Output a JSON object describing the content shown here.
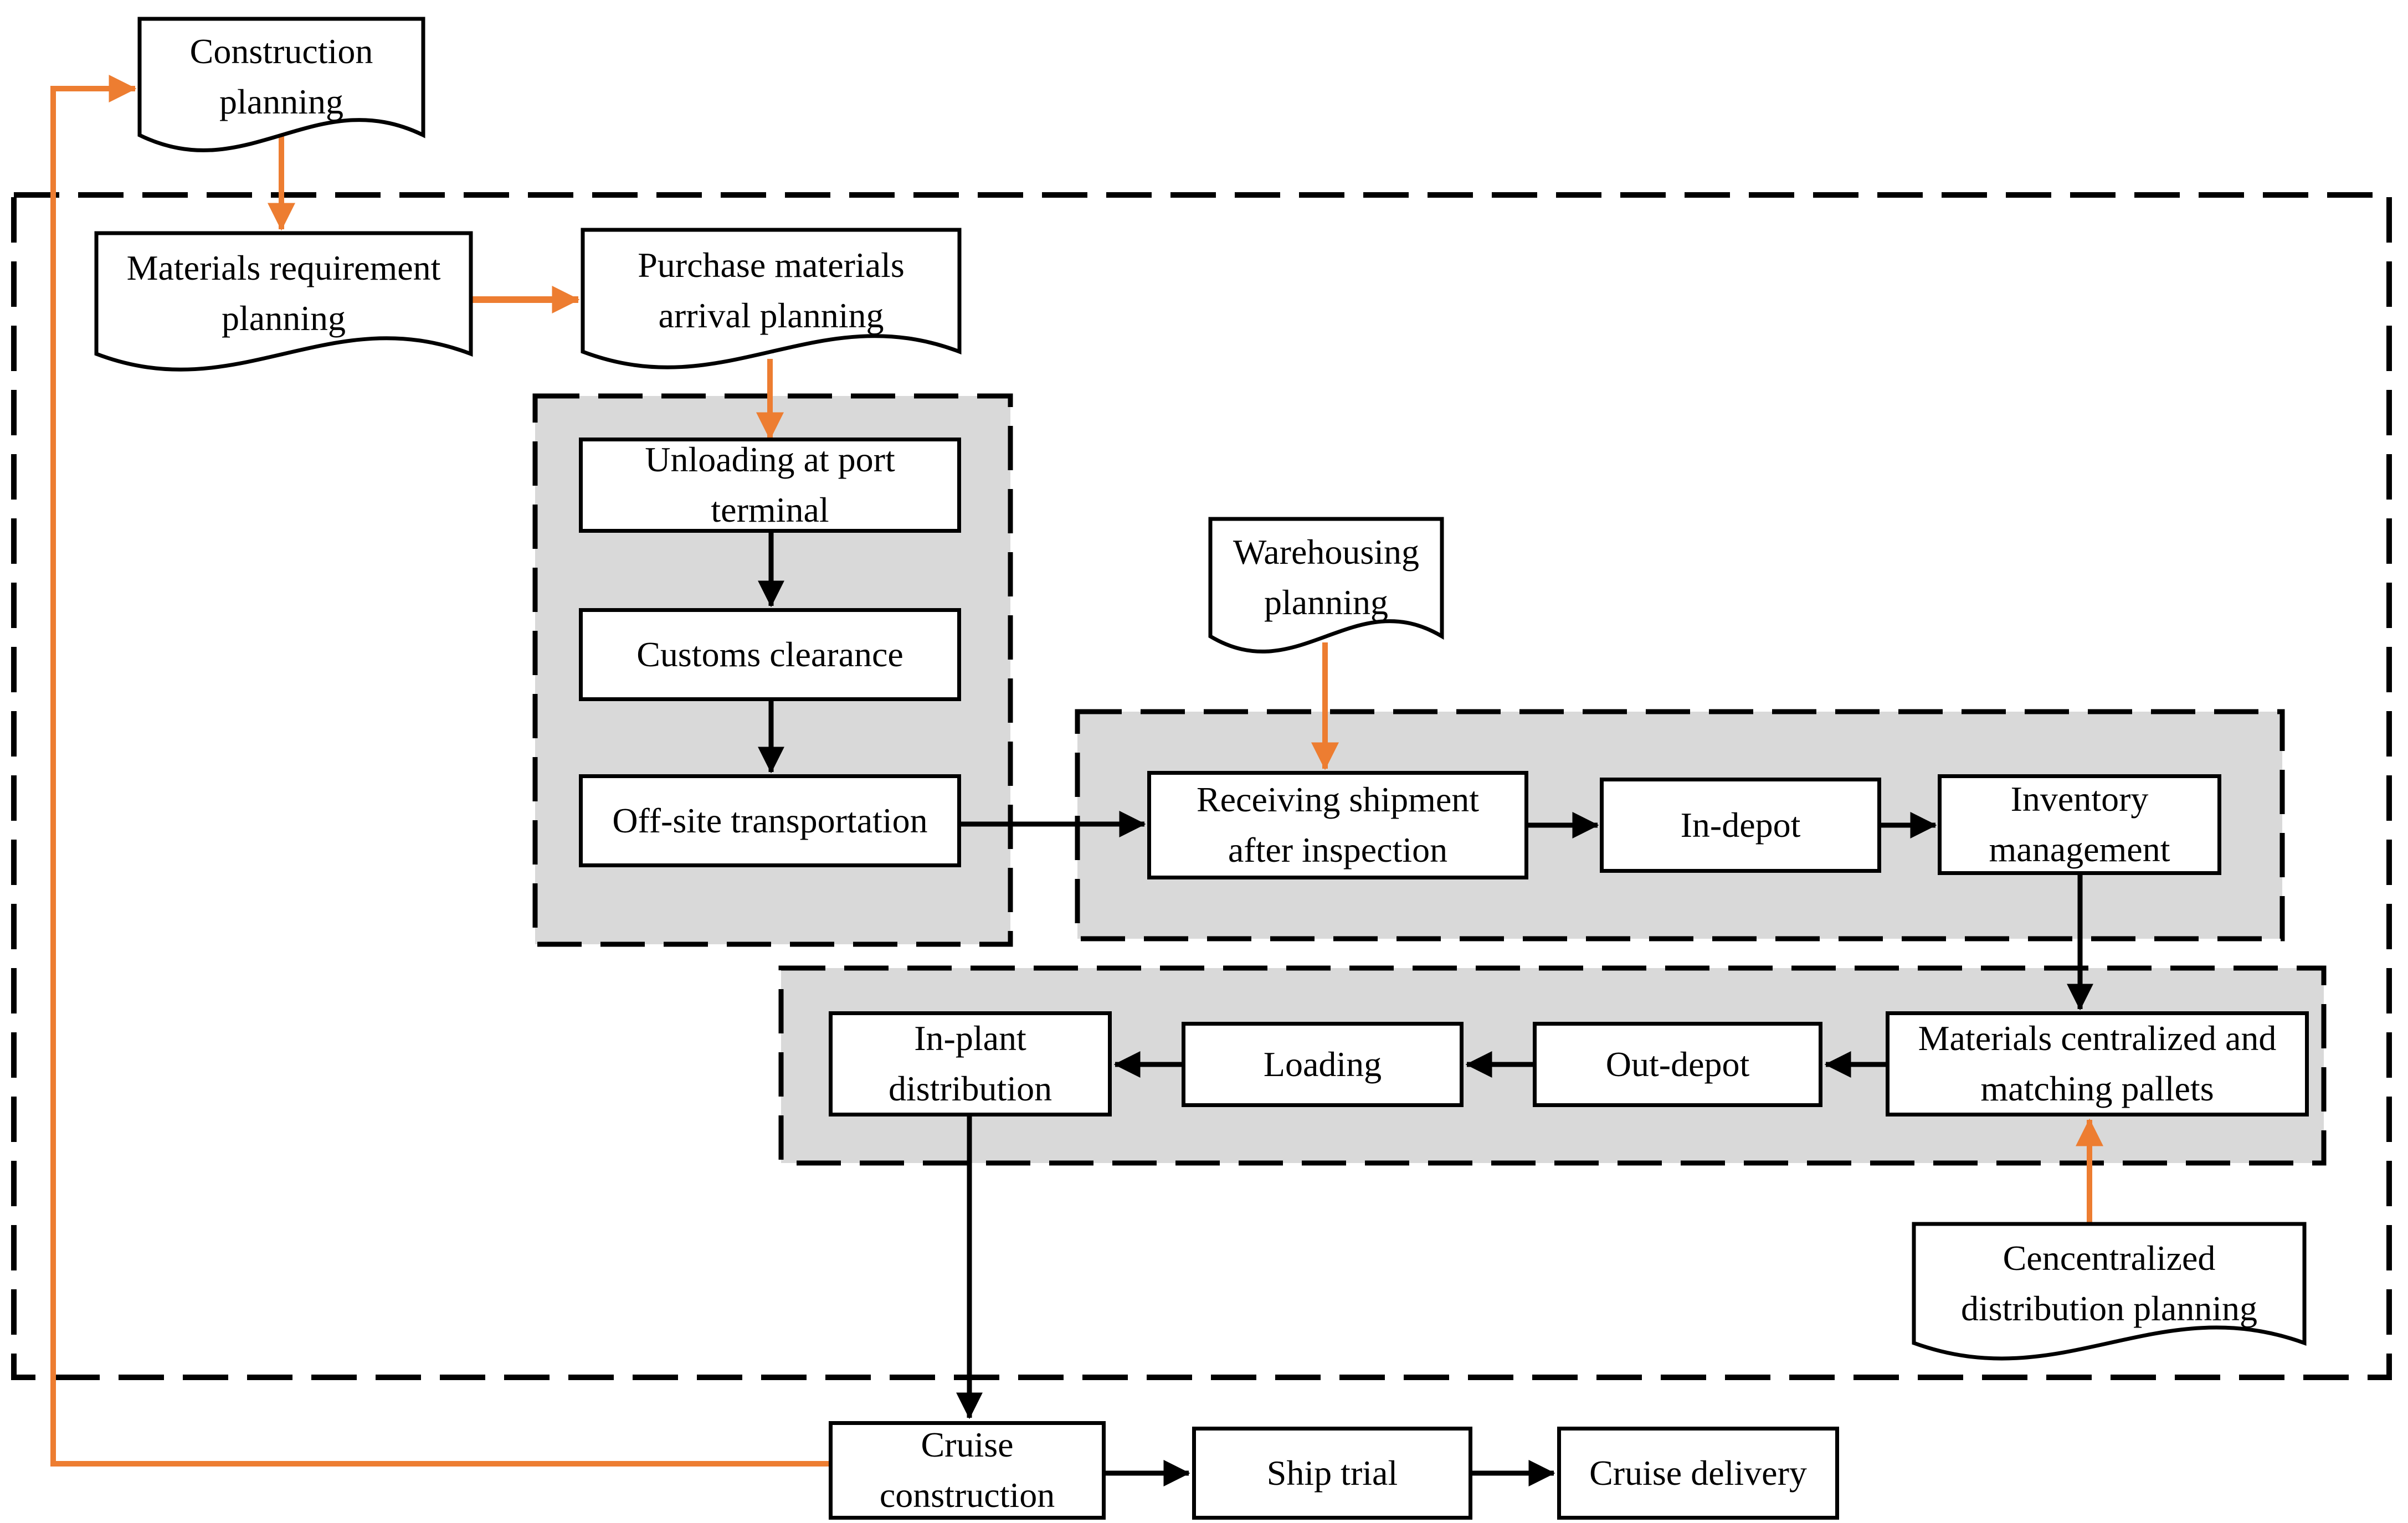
{
  "diagram": {
    "type": "flowchart",
    "colors": {
      "planning_flow_accent": "#ED7D31",
      "process_flow": "#000000",
      "stage_fill": "#D9D9D9",
      "shape_fill": "#FFFFFF",
      "background": "#FFFFFF"
    },
    "documents": {
      "construction_planning": {
        "label": "Construction\nplanning"
      },
      "materials_requirement_planning": {
        "label": "Materials requirement\nplanning"
      },
      "purchase_materials_arrival_planning": {
        "label": "Purchase materials\narrival planning"
      },
      "warehousing_planning": {
        "label": "Warehousing\nplanning"
      },
      "centralized_distribution_planning": {
        "label": "Cencentralized\ndistribution planning"
      }
    },
    "processes": {
      "unloading": {
        "label": "Unloading at port\nterminal"
      },
      "customs": {
        "label": "Customs clearance"
      },
      "offsite_transport": {
        "label": "Off-site transportation"
      },
      "receiving": {
        "label": "Receiving shipment\nafter inspection"
      },
      "in_depot": {
        "label": "In-depot"
      },
      "inventory": {
        "label": "Inventory\nmanagement"
      },
      "materials_centralized": {
        "label": "Materials centralized and\nmatching pallets"
      },
      "out_depot": {
        "label": "Out-depot"
      },
      "loading": {
        "label": "Loading"
      },
      "in_plant": {
        "label": "In-plant\ndistribution"
      },
      "cruise_construction": {
        "label": "Cruise\nconstruction"
      },
      "ship_trial": {
        "label": "Ship trial"
      },
      "cruise_delivery": {
        "label": "Cruise delivery"
      }
    },
    "edges": [
      {
        "from": "construction_planning",
        "to": "materials_requirement_planning",
        "color": "#ED7D31"
      },
      {
        "from": "materials_requirement_planning",
        "to": "purchase_materials_arrival_planning",
        "color": "#ED7D31"
      },
      {
        "from": "purchase_materials_arrival_planning",
        "to": "unloading",
        "color": "#ED7D31"
      },
      {
        "from": "warehousing_planning",
        "to": "receiving",
        "color": "#ED7D31"
      },
      {
        "from": "centralized_distribution_planning",
        "to": "materials_centralized",
        "color": "#ED7D31"
      },
      {
        "from": "cruise_construction",
        "to": "construction_planning",
        "color": "#ED7D31"
      },
      {
        "from": "unloading",
        "to": "customs",
        "color": "#000000"
      },
      {
        "from": "customs",
        "to": "offsite_transport",
        "color": "#000000"
      },
      {
        "from": "offsite_transport",
        "to": "receiving",
        "color": "#000000"
      },
      {
        "from": "receiving",
        "to": "in_depot",
        "color": "#000000"
      },
      {
        "from": "in_depot",
        "to": "inventory",
        "color": "#000000"
      },
      {
        "from": "inventory",
        "to": "materials_centralized",
        "color": "#000000"
      },
      {
        "from": "materials_centralized",
        "to": "out_depot",
        "color": "#000000"
      },
      {
        "from": "out_depot",
        "to": "loading",
        "color": "#000000"
      },
      {
        "from": "loading",
        "to": "in_plant",
        "color": "#000000"
      },
      {
        "from": "in_plant",
        "to": "cruise_construction",
        "color": "#000000"
      },
      {
        "from": "cruise_construction",
        "to": "ship_trial",
        "color": "#000000"
      },
      {
        "from": "ship_trial",
        "to": "cruise_delivery",
        "color": "#000000"
      }
    ]
  }
}
